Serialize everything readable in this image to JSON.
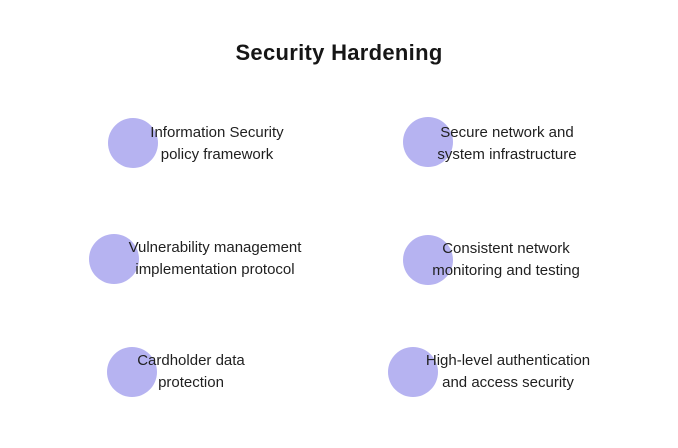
{
  "title": "Security Hardening",
  "colors": {
    "background": "#ffffff",
    "bullet": "#b6b3f1",
    "text": "#1f1f1f",
    "title": "#161616"
  },
  "items": [
    {
      "line1": "Information Security",
      "line2": "policy framework"
    },
    {
      "line1": "Secure network and",
      "line2": "system infrastructure"
    },
    {
      "line1": "Vulnerability management",
      "line2": "implementation protocol"
    },
    {
      "line1": "Consistent network",
      "line2": "monitoring and testing"
    },
    {
      "line1": "Cardholder data",
      "line2": "protection"
    },
    {
      "line1": "High-level authentication",
      "line2": "and access security"
    }
  ]
}
